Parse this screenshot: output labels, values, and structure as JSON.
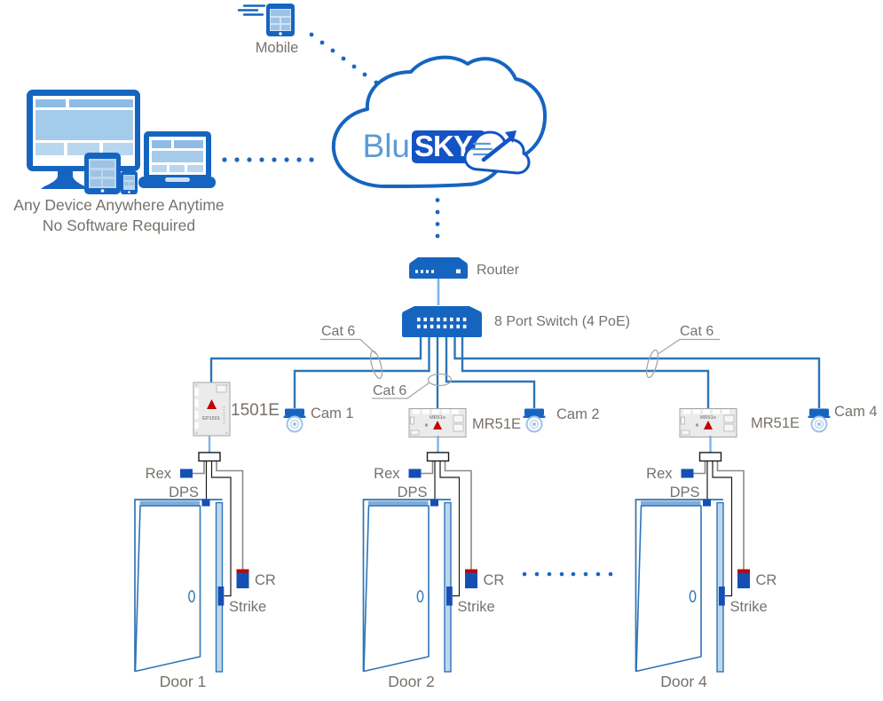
{
  "colors": {
    "primary_blue": "#1565C0",
    "wire_blue": "#2E75B6",
    "link_light_blue": "#7FB2E5",
    "screen_light_blue": "#BDD7EE",
    "device_block_navy": "#164FB4",
    "logo_box_blue": "#1353C5",
    "logo_blu_blue": "#5B9BD5",
    "red_accent": "#C00000",
    "label_gray": "#77716B",
    "board_gray": "#EBEBEB",
    "wire_gray": "#8A8A8A",
    "wire_black": "#1A1A1A"
  },
  "devices": {
    "caption_line1": "Any Device Anywhere Anytime",
    "caption_line2": "No Software Required"
  },
  "mobile": {
    "label": "Mobile"
  },
  "cloud": {
    "logo_blu": "Blu",
    "logo_sky": "SKY"
  },
  "network": {
    "router_label": "Router",
    "switch_label": "8 Port Switch (4 PoE)",
    "cat6_labels": [
      "Cat 6",
      "Cat 6",
      "Cat 6"
    ]
  },
  "controllers": [
    {
      "label": "1501E",
      "board_text": "EP1501"
    },
    {
      "label": "MR51E",
      "board_text": "MR51e"
    },
    {
      "label": "MR51E",
      "board_text": "MR51e"
    }
  ],
  "cameras": [
    {
      "label": "Cam 1"
    },
    {
      "label": "Cam 2"
    },
    {
      "label": "Cam 4"
    }
  ],
  "doors": [
    {
      "name": "Door 1",
      "rex": "Rex",
      "dps": "DPS",
      "cr": "CR",
      "strike": "Strike"
    },
    {
      "name": "Door 2",
      "rex": "Rex",
      "dps": "DPS",
      "cr": "CR",
      "strike": "Strike"
    },
    {
      "name": "Door 4",
      "rex": "Rex",
      "dps": "DPS",
      "cr": "CR",
      "strike": "Strike"
    }
  ]
}
